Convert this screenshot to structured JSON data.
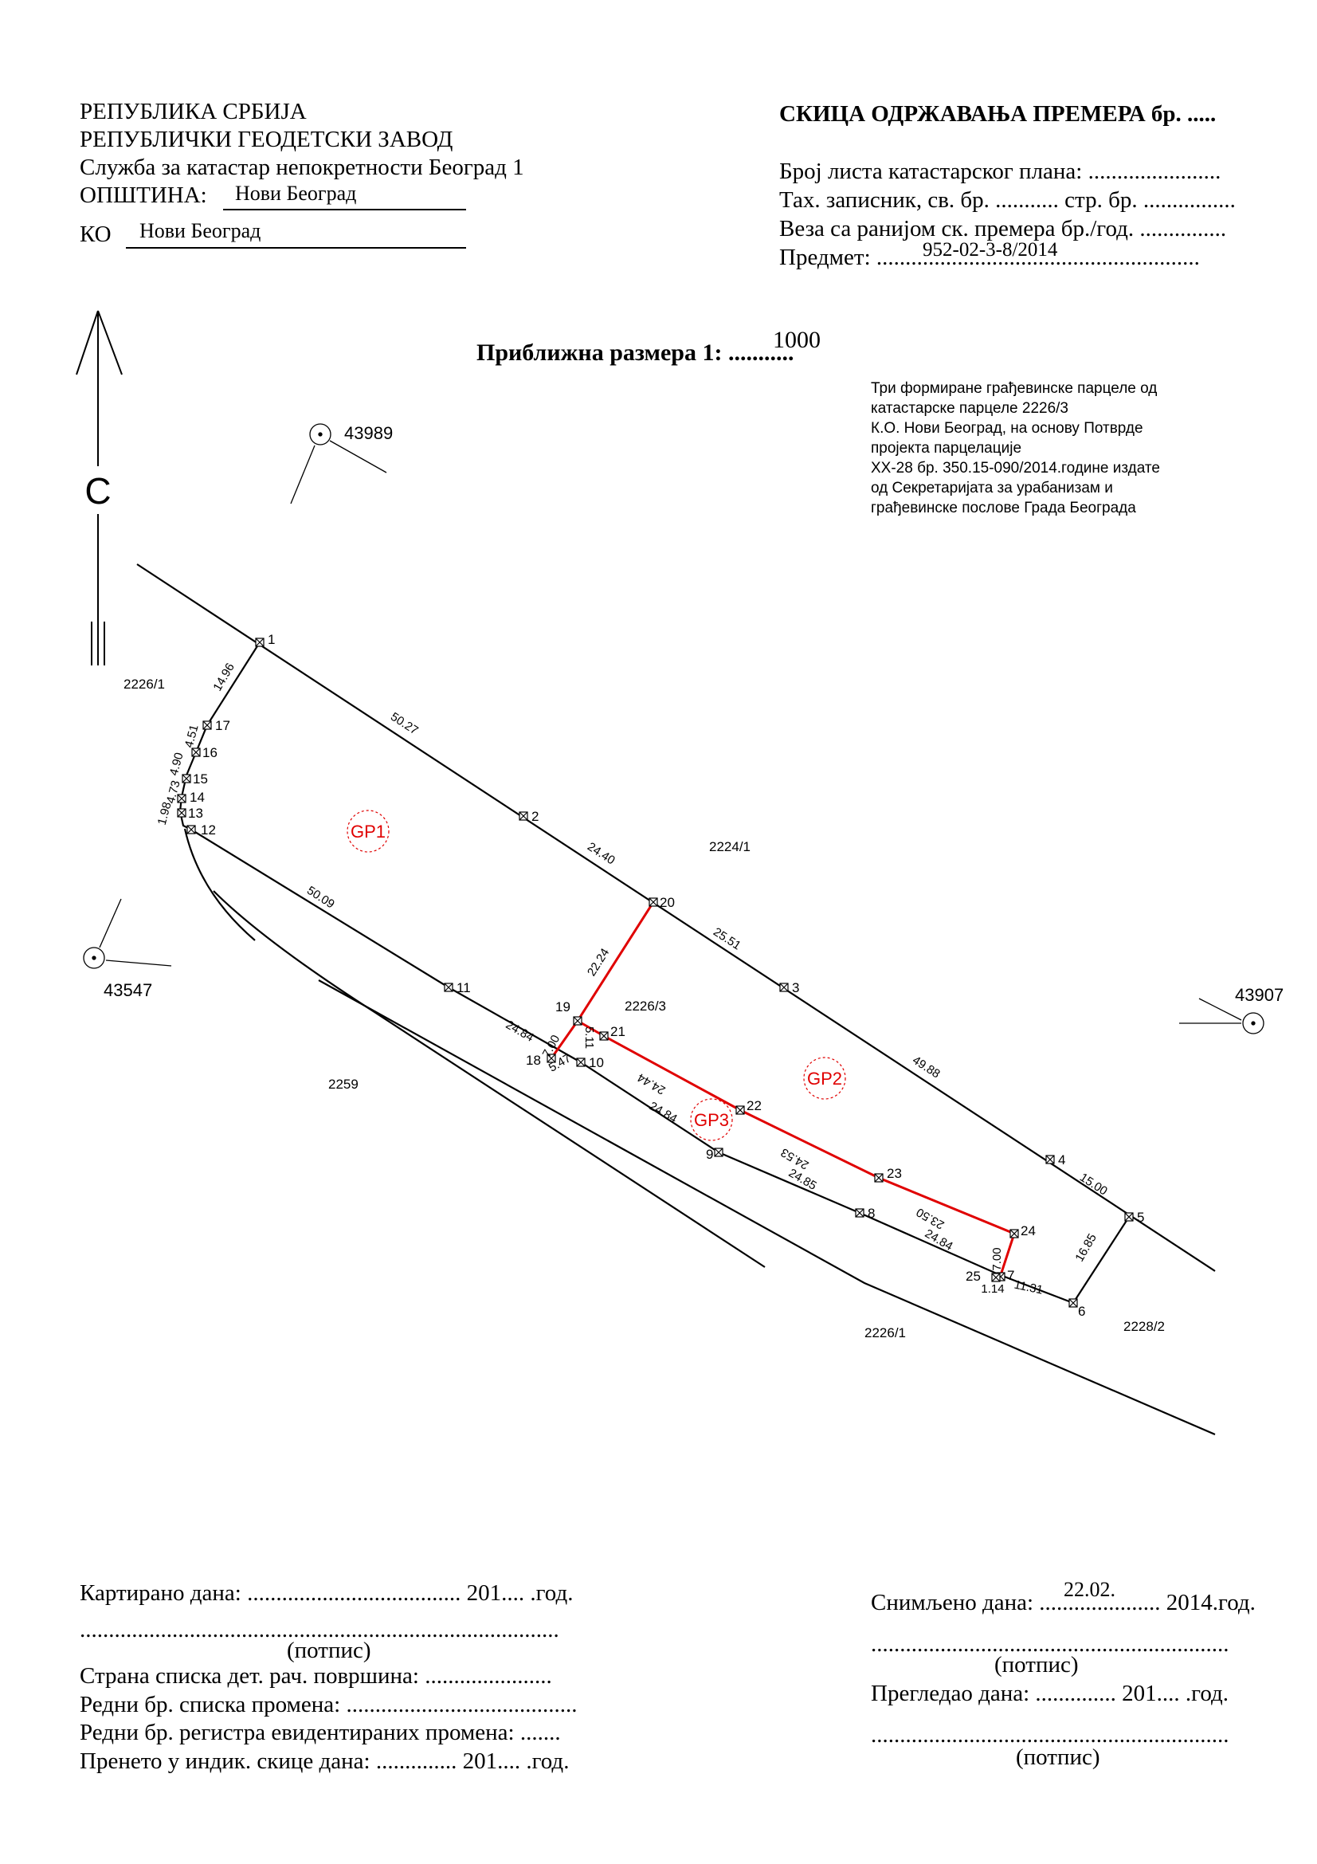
{
  "header_left": {
    "line1": "РЕПУБЛИКА СРБИЈА",
    "line2": "РЕПУБЛИЧКИ ГЕОДЕТСКИ ЗАВОД",
    "line3": "Служба за катастар непокретности Београд 1",
    "municipality_label": "ОПШТИНА:",
    "municipality_value": "Нови Београд",
    "ko_label": "КО",
    "ko_value": "Нови Београд"
  },
  "header_right": {
    "title": "СКИЦА ОДРЖАВАЊА ПРЕМЕРА бр. .....",
    "sheet_line": "Број листа катастарског плана: .......................",
    "tach_line": "Тах. записник, св. бр. ........... стр. бр. ................",
    "link_line": "Веза са ранијом ск. премера бр./год. ...............",
    "subject_label": "Предмет: ........................................................",
    "subject_value": "952-02-3-8/2014"
  },
  "scale": {
    "label": "Приближна размера 1: ...........",
    "value": "1000"
  },
  "note_lines": [
    "Три формиране грађевинске парцеле од",
    "катастарске парцеле 2226/3",
    "К.О. Нови Београд, на основу Потврде",
    "пројекта парцелације",
    "XX-28  бр. 350.15-090/2014.године издате",
    "од Секретаријата за урабанизам и",
    "грађевинске послове Града Београда"
  ],
  "north_label": "С",
  "trig_points": [
    "43989",
    "43547",
    "43907"
  ],
  "parcel_labels": [
    "2226/1",
    "2224/1",
    "2226/3",
    "2259",
    "2226/1",
    "2228/2"
  ],
  "zone_labels": [
    "GP1",
    "GP2",
    "GP3"
  ],
  "point_labels": [
    "1",
    "2",
    "3",
    "4",
    "5",
    "6",
    "7",
    "8",
    "9",
    "10",
    "11",
    "12",
    "13",
    "14",
    "15",
    "16",
    "17",
    "18",
    "19",
    "20",
    "21",
    "22",
    "23",
    "24",
    "25"
  ],
  "distances": [
    "14.96",
    "50.27",
    "24.40",
    "25.51",
    "49.88",
    "15.00",
    "16.85",
    "11.31",
    "1.14",
    "24.84",
    "24.85",
    "24.84",
    "24.84",
    "50.09",
    "4.51",
    "4.90",
    "4.73",
    "1.98",
    "22.24",
    "7.00",
    "5.11",
    "5.47",
    "24.44",
    "24.53",
    "23.50",
    "7.00"
  ],
  "footer_left": {
    "mapped": "Картирано дана: ..................................... 201.... .год.",
    "sign_line": "...................................................................................",
    "sign": "(потпис)",
    "line1": "Страна списка дет. рач. површина: ......................",
    "line2": "Редни бр. списка промена: ........................................",
    "line3": "Редни бр. регистра евидентираних промена: .......",
    "line4": "Пренето у индик. скице дана: .............. 201.... .год."
  },
  "footer_right": {
    "surveyed_label": "Снимљено дана: ..................... 2014.год.",
    "surveyed_value": "22.02.",
    "sign_line1": "..............................................................",
    "sign1": "(потпис)",
    "reviewed": "Прегледао дана: .............. 201.... .год.",
    "sign_line2": "..............................................................",
    "sign2": "(потпис)"
  },
  "colors": {
    "ink": "#000000",
    "new_boundary": "#e00000"
  }
}
